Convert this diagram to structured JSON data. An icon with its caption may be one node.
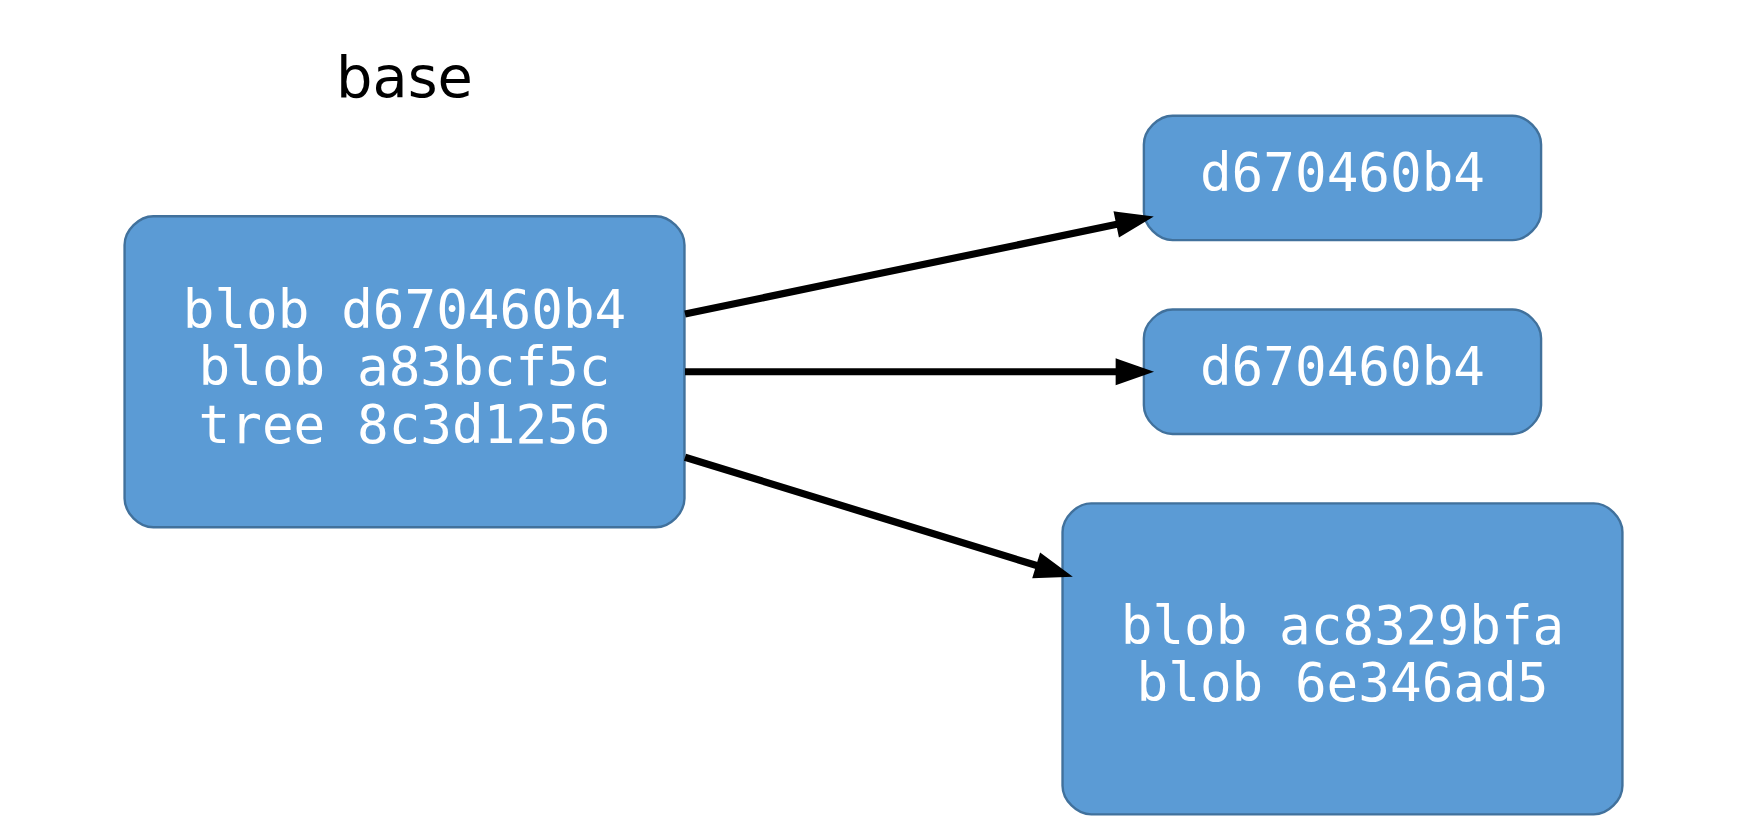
{
  "diagram": {
    "nodes": [
      {
        "text": [
          "blob d670460b4",
          "blob a83bcf5c",
          "tree 8c3d1256"
        ]
      },
      {
        "text": [
          "d670460b4"
        ]
      },
      {
        "text": [
          "d670460b4"
        ]
      },
      {
        "text": [
          "blob ac8329bfa",
          "blob 6e346ad5"
        ]
      }
    ],
    "edges": [
      {
        "from": 0,
        "to": 1,
        "arrow": "to"
      },
      {
        "from": 0,
        "to": 2,
        "arrow": "to"
      },
      {
        "from": 0,
        "to": 3,
        "arrow": "to"
      }
    ],
    "labels": [
      "base"
    ]
  }
}
